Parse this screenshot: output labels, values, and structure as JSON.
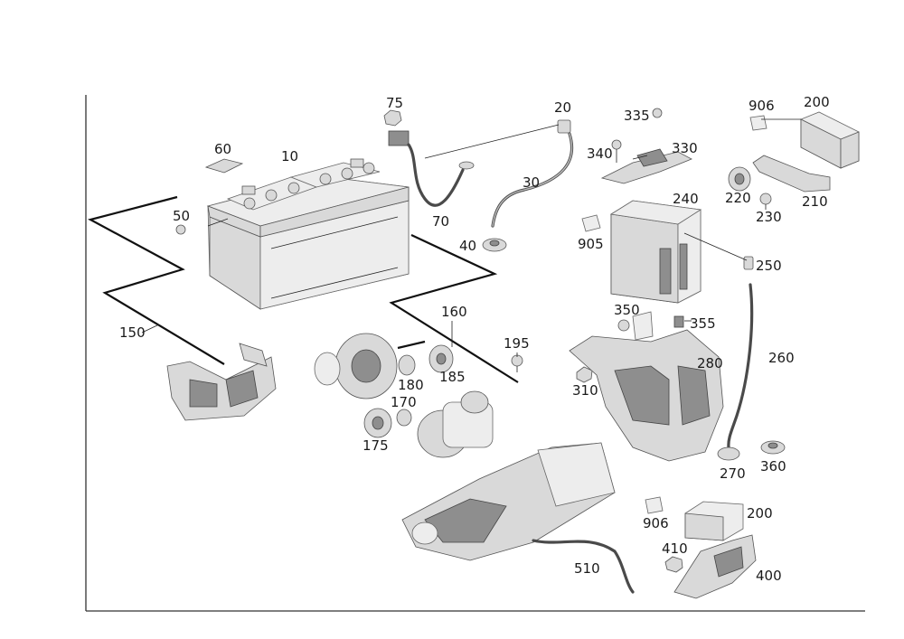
{
  "labels": {
    "p10": "10",
    "p20": "20",
    "p30": "30",
    "p40": "40",
    "p50": "50",
    "p60": "60",
    "p70": "70",
    "p75": "75",
    "p150": "150",
    "p160": "160",
    "p170": "170",
    "p175": "175",
    "p180": "180",
    "p185": "185",
    "p195": "195",
    "p200a": "200",
    "p200b": "200",
    "p210": "210",
    "p220": "220",
    "p230": "230",
    "p240": "240",
    "p250": "250",
    "p260": "260",
    "p270": "270",
    "p280": "280",
    "p310": "310",
    "p330": "330",
    "p335": "335",
    "p340": "340",
    "p350": "350",
    "p355": "355",
    "p360": "360",
    "p400": "400",
    "p410": "410",
    "p510": "510",
    "p905": "905",
    "p906a": "906",
    "p906b": "906"
  }
}
